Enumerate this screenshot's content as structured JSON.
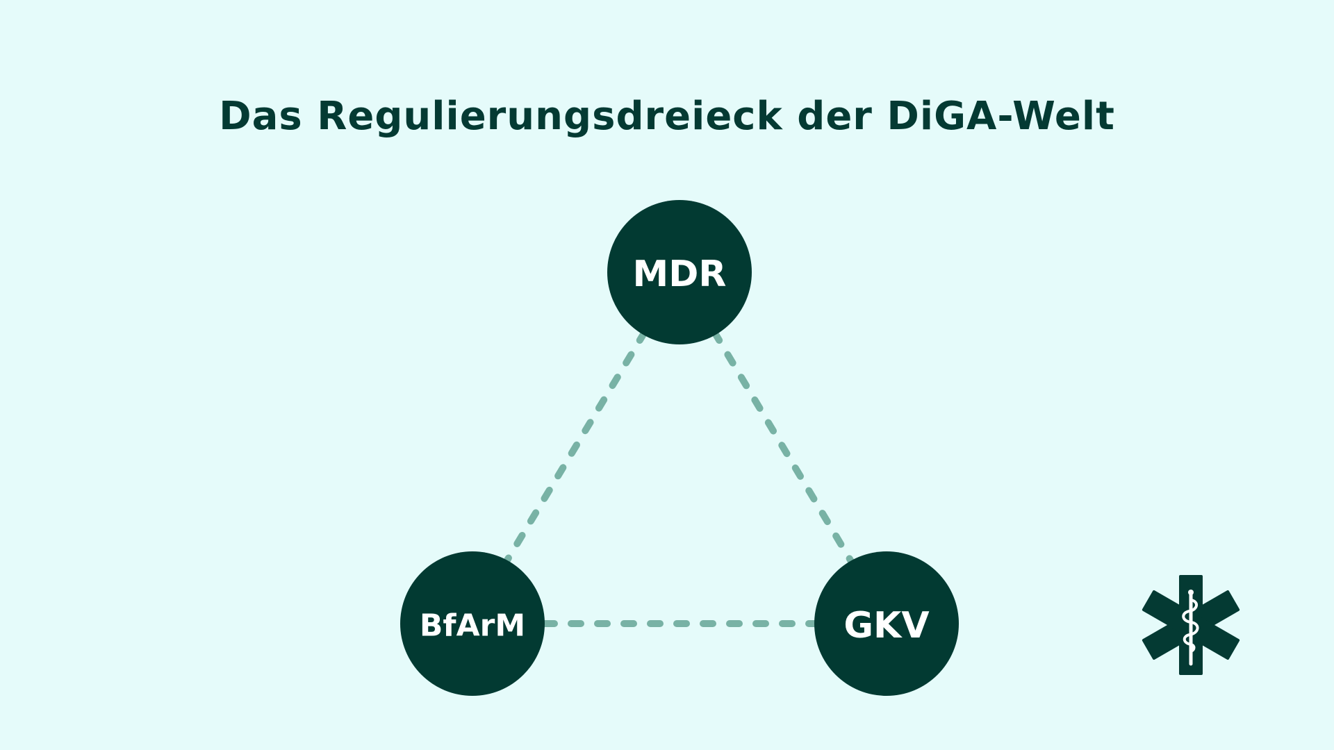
{
  "title": "Das Regulierungsdreieck der DiGA-Welt",
  "colors": {
    "background": "#e5fbfa",
    "node_fill": "#023a32",
    "node_text": "#ffffff",
    "connector": "#78b2a5",
    "title_text": "#043a33"
  },
  "nodes": {
    "top": {
      "label": "MDR"
    },
    "left": {
      "label": "BfArM"
    },
    "right": {
      "label": "GKV"
    }
  },
  "icon": {
    "name": "star-of-life-icon"
  }
}
